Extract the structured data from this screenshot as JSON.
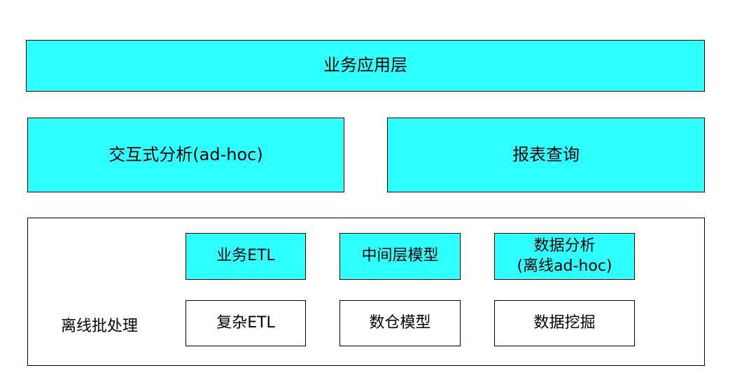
{
  "layers": {
    "business_app": "业务应用层",
    "interactive_analysis": "交互式分析(ad-hoc)",
    "report_query": "报表查询",
    "offline_batch": {
      "title": "离线批处理",
      "business_etl": "业务ETL",
      "middle_layer_model": "中间层模型",
      "data_analysis_line1": "数据分析",
      "data_analysis_line2": "(离线ad-hoc)",
      "complex_etl": "复杂ETL",
      "warehouse_model": "数仓模型",
      "data_mining": "数据挖掘"
    }
  },
  "colors": {
    "highlight": "#2effff",
    "border": "#000000",
    "background": "#ffffff"
  }
}
